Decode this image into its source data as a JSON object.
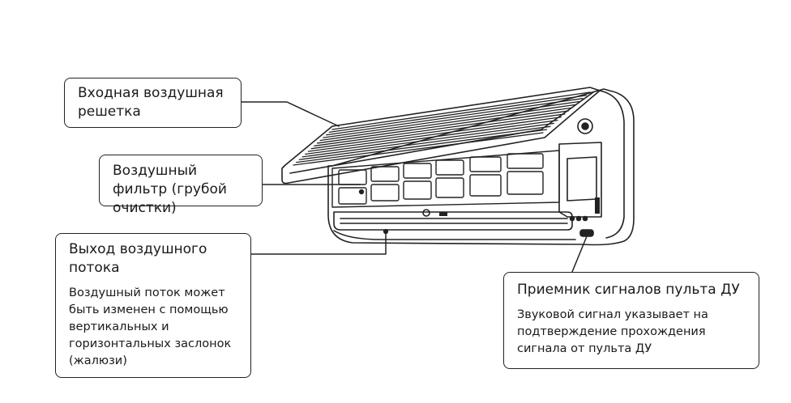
{
  "callouts": {
    "intake_grille": {
      "title": "Входная воздушная решетка"
    },
    "air_filter": {
      "title": "Воздушный фильтр (грубой очистки)"
    },
    "air_outlet": {
      "title": "Выход воздушного потока",
      "description": "Воздушный поток может быть изменен с помощью вертикальных и горизонтальных заслонок (жалюзи)"
    },
    "remote_receiver": {
      "title": "Приемник сигналов пульта ДУ",
      "description": "Звуковой сигнал указывает на подтверждение прохождения сигнала от пульта ДУ"
    }
  },
  "colors": {
    "line": "#222222",
    "background": "#ffffff"
  }
}
